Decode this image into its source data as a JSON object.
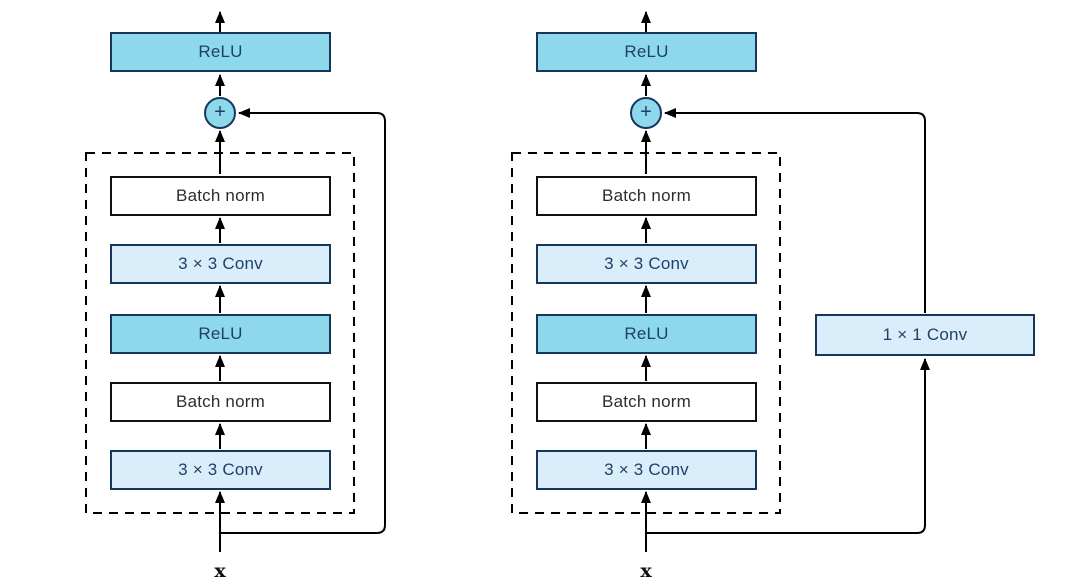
{
  "colors": {
    "cyan": "#8dd9eb",
    "light": "#d9eefa",
    "border_navy": "#16365c",
    "navy_text": "#1f4068",
    "dark_text": "#2d2d2d",
    "line": "#000000"
  },
  "figure": {
    "left": {
      "top_label": "ReLU",
      "plus_label": "+",
      "stack": [
        {
          "label": "Batch norm"
        },
        {
          "label": "3 × 3 Conv"
        },
        {
          "label": "ReLU"
        },
        {
          "label": "Batch norm"
        },
        {
          "label": "3 × 3 Conv"
        }
      ],
      "input_label": "x"
    },
    "right": {
      "top_label": "ReLU",
      "plus_label": "+",
      "stack": [
        {
          "label": "Batch norm"
        },
        {
          "label": "3 × 3 Conv"
        },
        {
          "label": "ReLU"
        },
        {
          "label": "Batch norm"
        },
        {
          "label": "3 × 3 Conv"
        }
      ],
      "skip_label": "1 × 1 Conv",
      "input_label": "x"
    }
  }
}
